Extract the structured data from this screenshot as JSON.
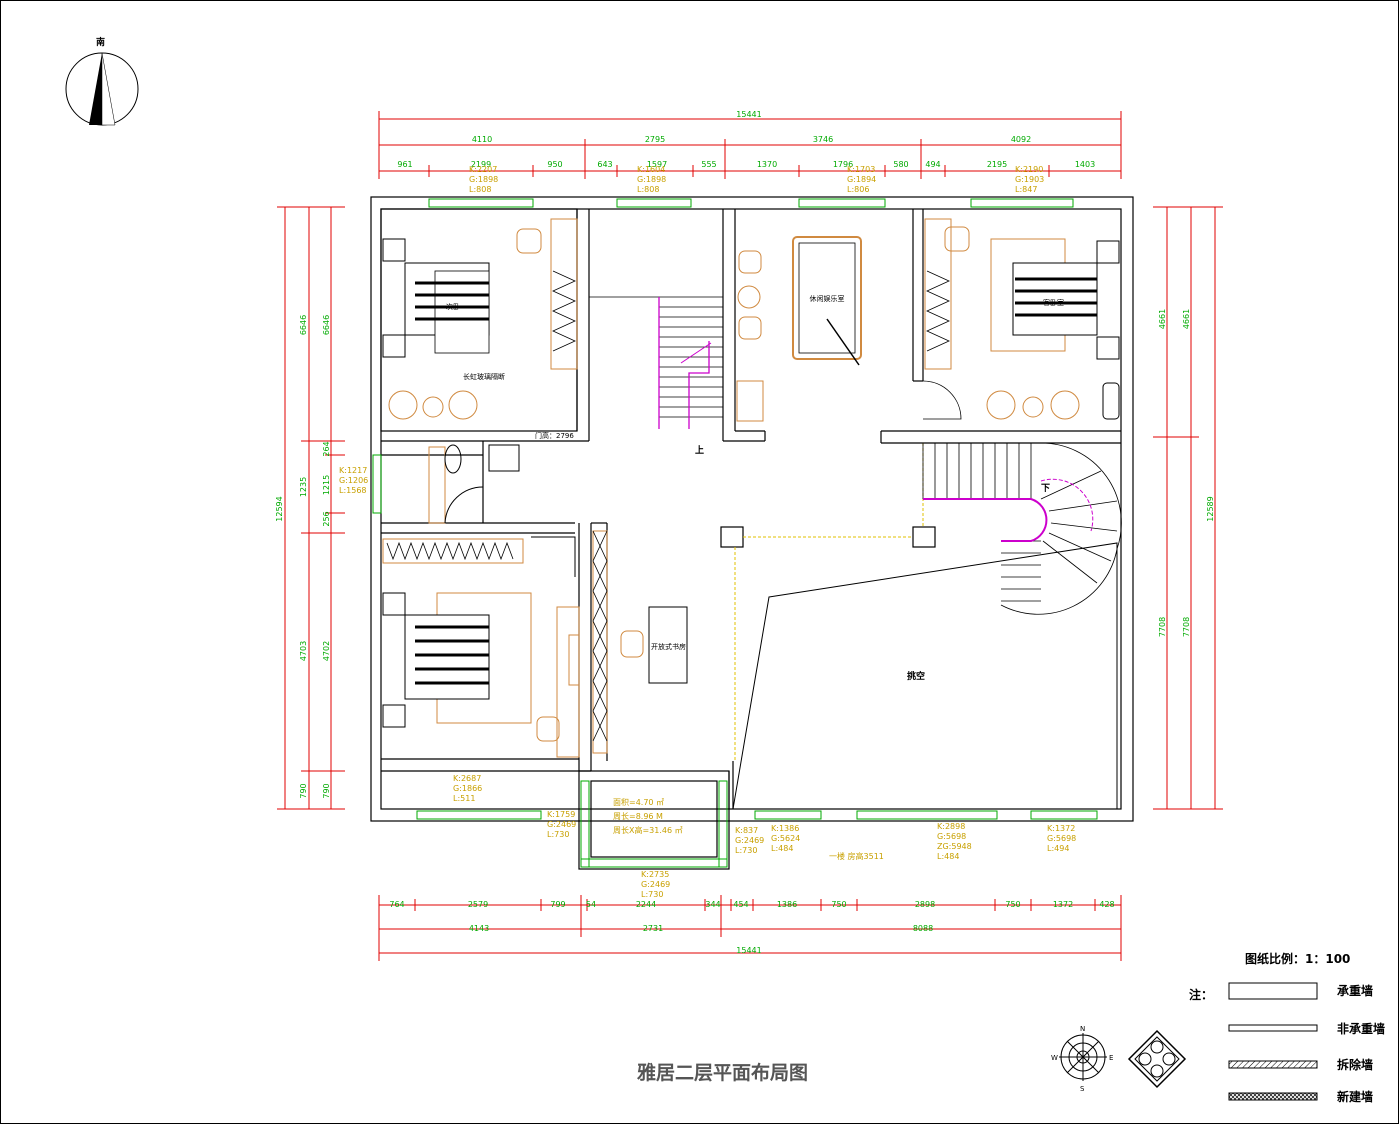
{
  "title": "雅居二层平面布局图",
  "compass_label": "南",
  "scale_label": "图纸比例：1：100",
  "legend": {
    "note_label": "注：",
    "items": [
      "承重墙",
      "非承重墙",
      "拆除墙",
      "新建墙"
    ]
  },
  "compass_rose": {
    "n": "N",
    "s": "S",
    "e": "E",
    "w": "W"
  },
  "dims_top": {
    "total": "15441",
    "level2": [
      "4110",
      "2795",
      "3746",
      "4092"
    ],
    "level3": [
      "961",
      "2199",
      "950",
      "643",
      "1597",
      "555",
      "1370",
      "1796",
      "580",
      "494",
      "2195",
      "1403"
    ]
  },
  "dims_bottom": {
    "level1": [
      "764",
      "2579",
      "799",
      "54",
      "2244",
      "344",
      "454",
      "1386",
      "750",
      "2898",
      "750",
      "1372",
      "428"
    ],
    "level2": [
      "4143",
      "2731",
      "8088"
    ],
    "total": "15441"
  },
  "dims_left": {
    "total": "12594",
    "outer": [
      "6646",
      "1235",
      "4703",
      "790"
    ],
    "inner": [
      "6646",
      "264",
      "1215",
      "256",
      "4702",
      "790"
    ]
  },
  "dims_right": {
    "total": "12589",
    "outer": [
      "4661",
      "7708"
    ],
    "inner": [
      "4661",
      "7708"
    ]
  },
  "rooms": {
    "bedroom_nw": "次卧",
    "bedroom_ne": "客卧室",
    "club": "休闲娱乐室",
    "study": "开放式书房",
    "void": "挑空",
    "stairs_up": "上",
    "stairs_down": "下",
    "closet_note": "长虹玻璃隔断",
    "door_note": "门高：2796",
    "room_height_note": "一楼  房高3511",
    "balcony": [
      "面积=4.70 ㎡",
      "周长=8.96 M",
      "周长X高=31.46 ㎡"
    ]
  },
  "window_labels": {
    "top1": [
      "K:2207",
      "G:1898",
      "L:808"
    ],
    "top2": [
      "K:1604",
      "G:1898",
      "L:808"
    ],
    "top3": [
      "K:1703",
      "G:1894",
      "L:806"
    ],
    "top4": [
      "K:2190",
      "G:1903",
      "L:847"
    ],
    "left": [
      "K:1217",
      "G:1206",
      "L:1568"
    ],
    "bottom_bed": [
      "K:2687",
      "G:1866",
      "L:511"
    ],
    "balcony_left": [
      "K:1759",
      "G:2469",
      "L:730"
    ],
    "balcony_right": [
      "K:837",
      "G:2469",
      "L:730"
    ],
    "balcony_bottom": [
      "K:2735",
      "G:2469",
      "L:730"
    ],
    "east1": [
      "K:1386",
      "G:5624",
      "L:484"
    ],
    "east2": [
      "K:2898",
      "G:5698",
      "ZG:5948",
      "L:484"
    ],
    "east3": [
      "K:1372",
      "G:5698",
      "L:494"
    ]
  },
  "colors": {
    "dimension": "#00aa00",
    "red_line": "#e00000",
    "window_text": "#c8a000",
    "stair_magenta": "#cc00cc",
    "furniture": "#d08a40"
  }
}
